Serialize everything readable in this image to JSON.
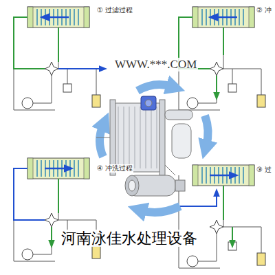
{
  "diagram": {
    "labels": [
      "① 过滤过程",
      "② 冲",
      "③ 过",
      "④ 冲洗过程",
      "WWW.***.COM",
      "河南泳佳水处理设备"
    ]
  }
}
